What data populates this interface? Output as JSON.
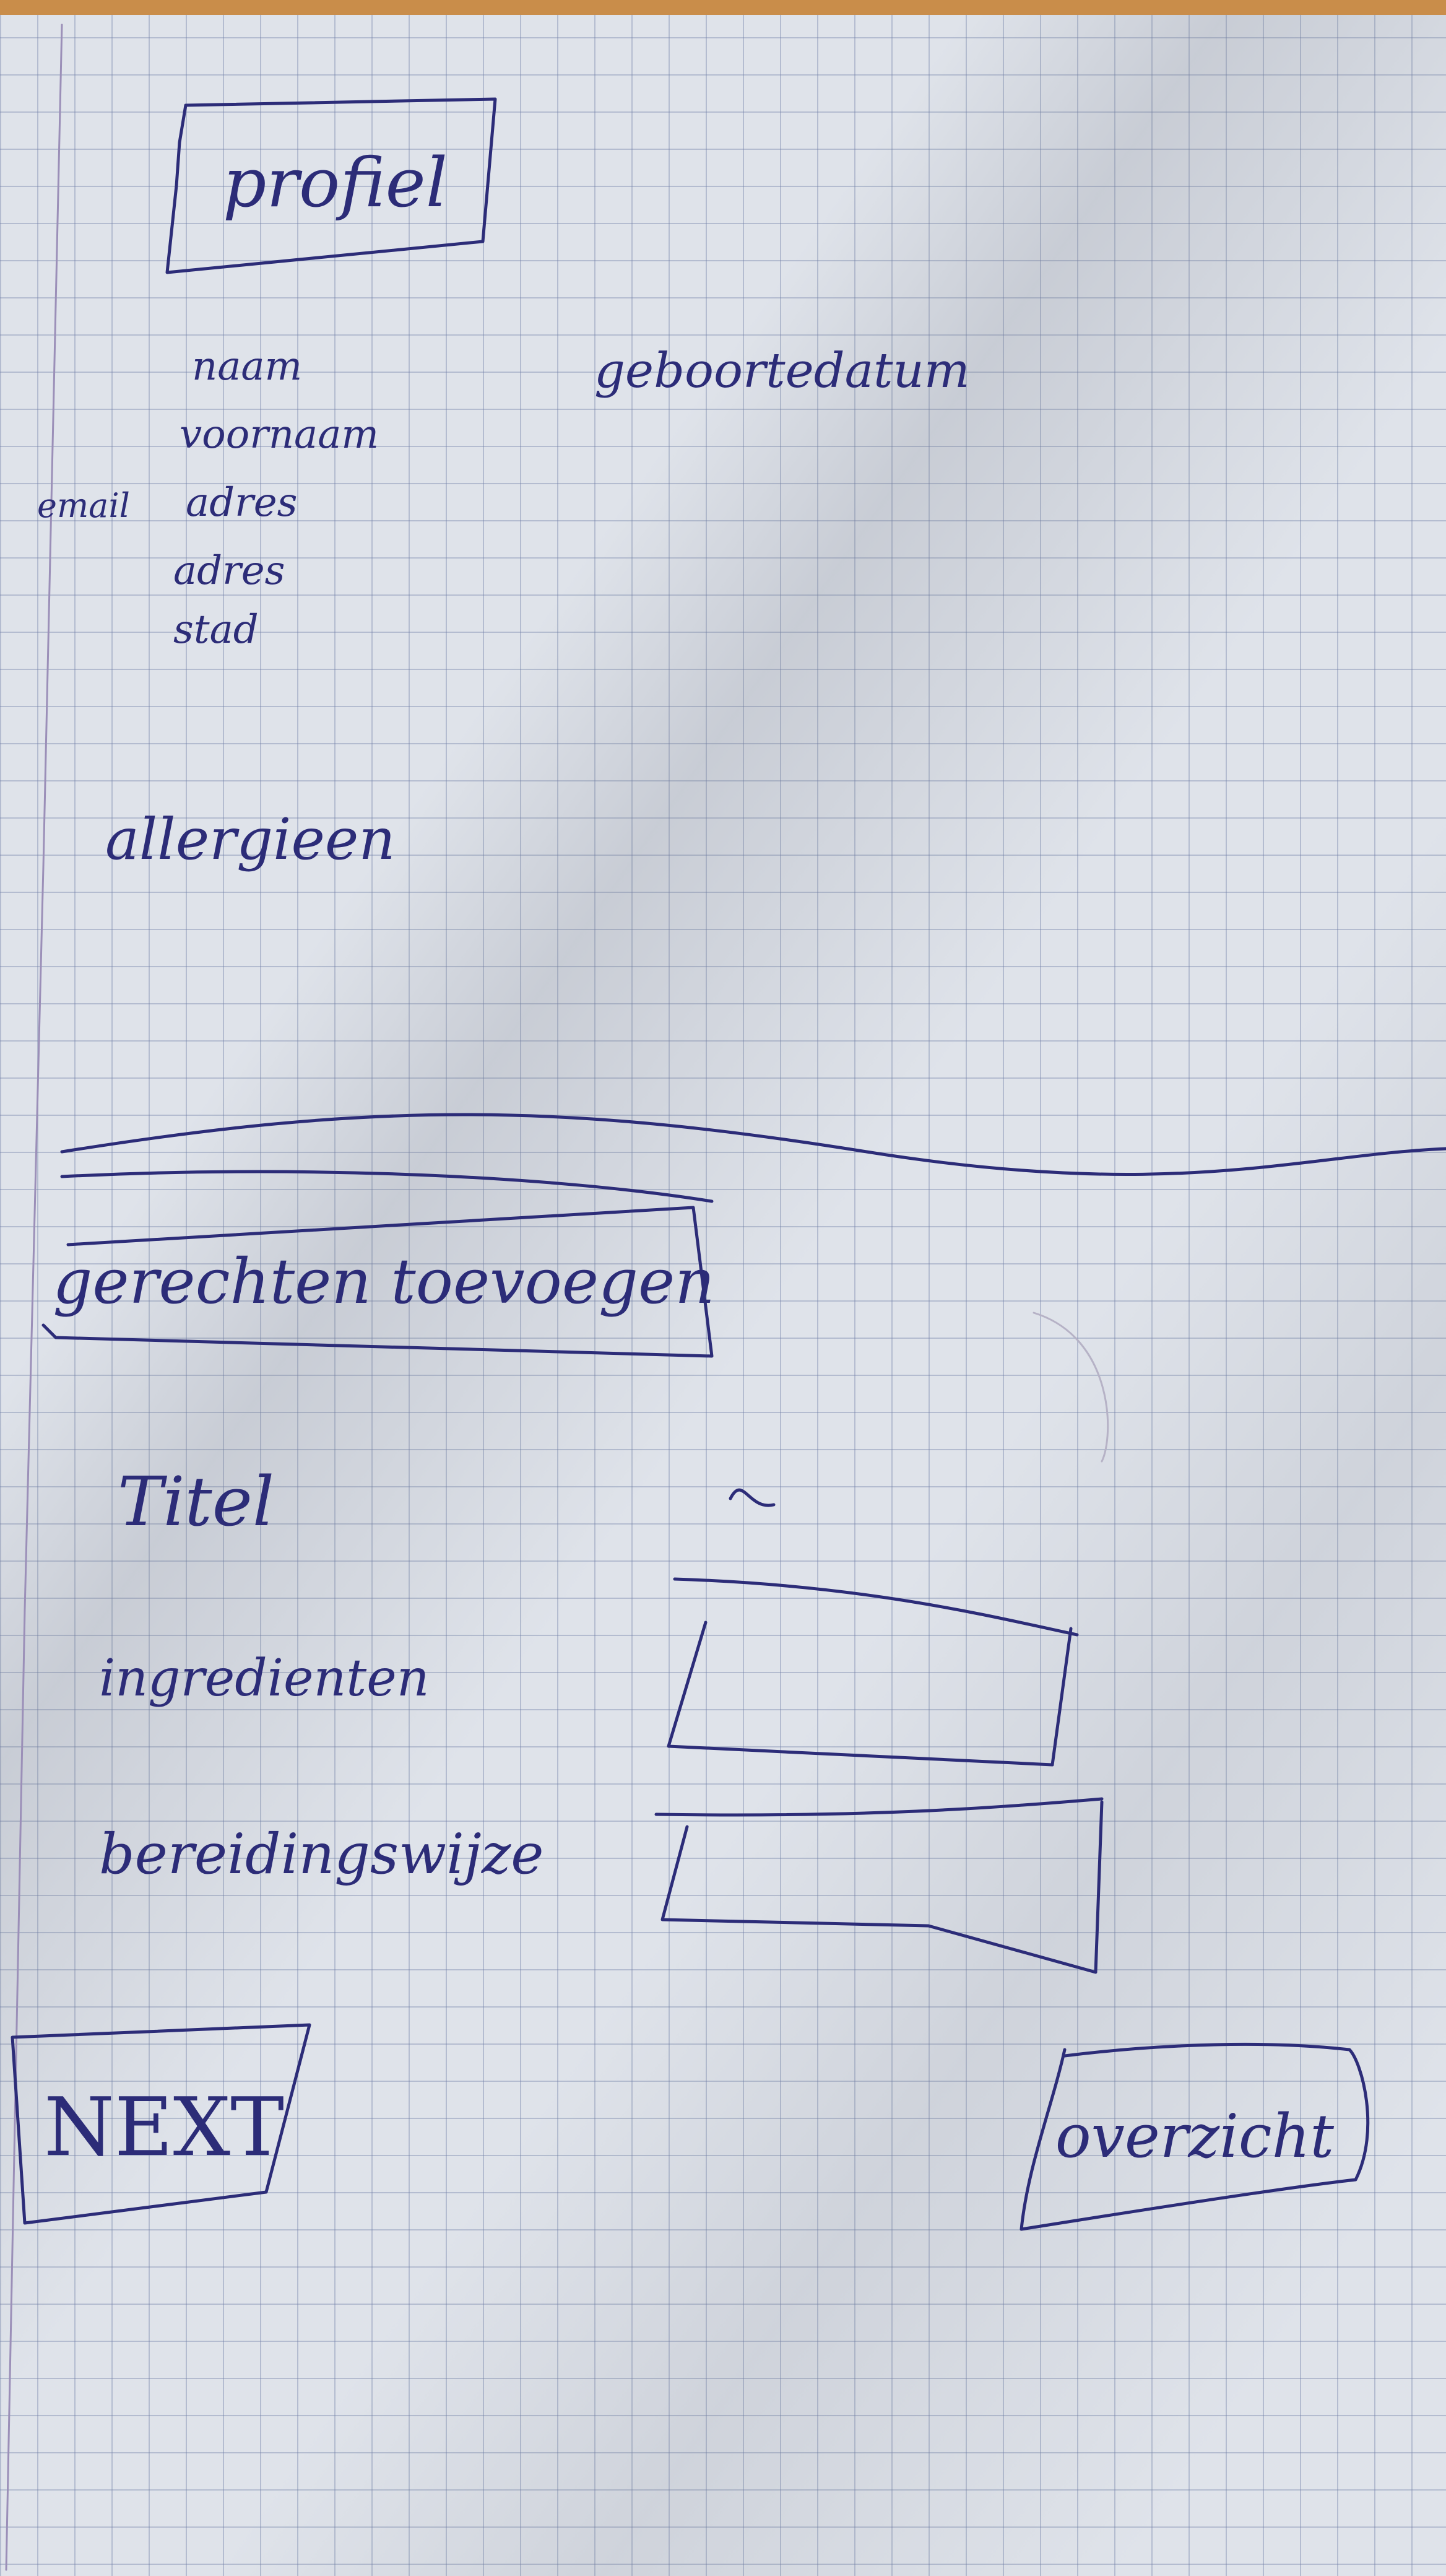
{
  "profile": {
    "title": "profiel",
    "fields": {
      "naam": "naam",
      "voornaam": "voornaam",
      "email_label": "email",
      "email_value": "adres",
      "adres": "adres",
      "stad": "stad",
      "geboortedatum": "geboortedatum"
    },
    "allergies": "allergieen"
  },
  "dish": {
    "header": "gerechten toevoegen",
    "labels": {
      "titel": "Titel",
      "ingredienten": "ingredienten",
      "bereidingswijze": "bereidingswijze"
    }
  },
  "buttons": {
    "next": "NEXT",
    "overview": "overzicht"
  }
}
